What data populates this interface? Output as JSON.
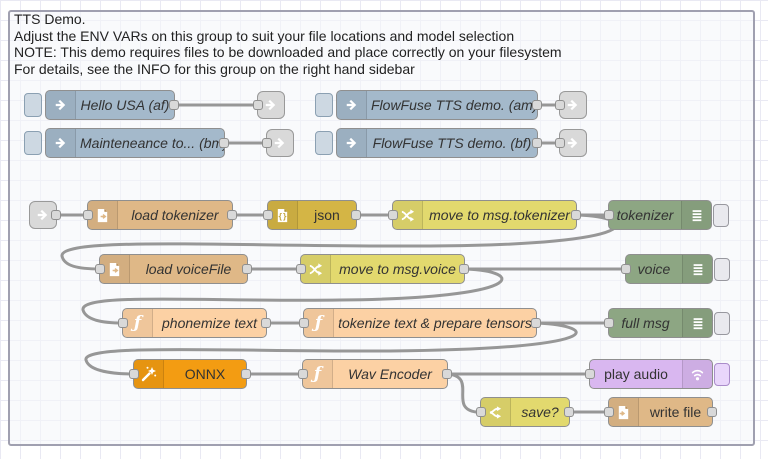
{
  "group": {
    "label_lines": [
      "TTS Demo.",
      "Adjust the ENV VARs on this group to suit your file locations and model selection",
      "NOTE: This demo requires files to be downloaded and place correctly on your filesystem",
      "For details, see the INFO for this group on the right hand sidebar"
    ]
  },
  "nodes": {
    "inject_hello": {
      "label": "Hello USA (af)",
      "type": "inject"
    },
    "inject_maintenance": {
      "label": "Mainteneance to... (bm)",
      "type": "inject"
    },
    "inject_flowfuse_am": {
      "label": "FlowFuse TTS demo. (am)",
      "type": "inject"
    },
    "inject_flowfuse_bf": {
      "label": "FlowFuse TTS demo. (bf)",
      "type": "inject"
    },
    "load_tokenizer": {
      "label": "load tokenizer",
      "type": "file-in"
    },
    "json": {
      "label": "json",
      "type": "json"
    },
    "move_tokenizer": {
      "label": "move to msg.tokenizer",
      "type": "change"
    },
    "debug_tokenizer": {
      "label": "tokenizer",
      "type": "debug"
    },
    "load_voicefile": {
      "label": "load voiceFile",
      "type": "file-in"
    },
    "move_voice": {
      "label": "move to msg.voice",
      "type": "change"
    },
    "debug_voice": {
      "label": "voice",
      "type": "debug"
    },
    "phonemize": {
      "label": "phonemize text",
      "type": "function"
    },
    "tokenize_tensors": {
      "label": "tokenize text & prepare tensors",
      "type": "function"
    },
    "debug_fullmsg": {
      "label": "full msg",
      "type": "debug"
    },
    "onnx": {
      "label": "ONNX",
      "type": "onnx"
    },
    "wav_encoder": {
      "label": "Wav Encoder",
      "type": "function"
    },
    "play_audio": {
      "label": "play audio",
      "type": "play-audio"
    },
    "save": {
      "label": "save?",
      "type": "switch"
    },
    "write_file": {
      "label": "write file",
      "type": "file-out"
    }
  },
  "icons": {
    "inject": "arrow-right-icon",
    "link": "arrow-right-icon",
    "file_in": "file-export-icon",
    "file_out": "file-import-icon",
    "json": "braces-file-icon",
    "change": "shuffle-icon",
    "switch": "fork-icon",
    "debug": "list-icon",
    "function": "italic-f-icon",
    "onnx": "magic-wand-icon",
    "play_audio": "broadcast-icon"
  },
  "palette": {
    "inject": "#a4b9cb",
    "file": "#dfb887",
    "json": "#d4b545",
    "change": "#e2d96e",
    "switch": "#e2d96e",
    "debug": "#8da683",
    "function": "#fcd1a4",
    "onnx": "#f39c12",
    "play_audio": "#d9b7f0",
    "link": "#d9d9d9",
    "wire": "#979797",
    "group_border": "#a0a0b0",
    "grid": "#e9e9f3"
  }
}
